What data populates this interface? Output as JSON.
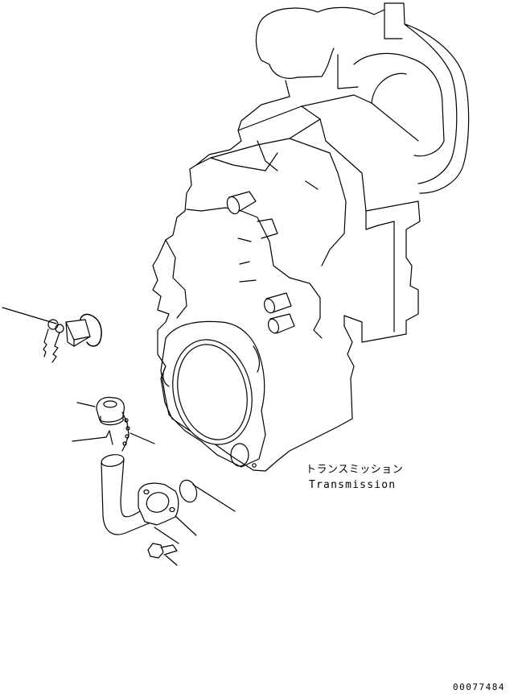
{
  "labels": {
    "part_name_jp": "トランスミッション",
    "part_name_en": "Transmission",
    "drawing_number": "00077484"
  }
}
